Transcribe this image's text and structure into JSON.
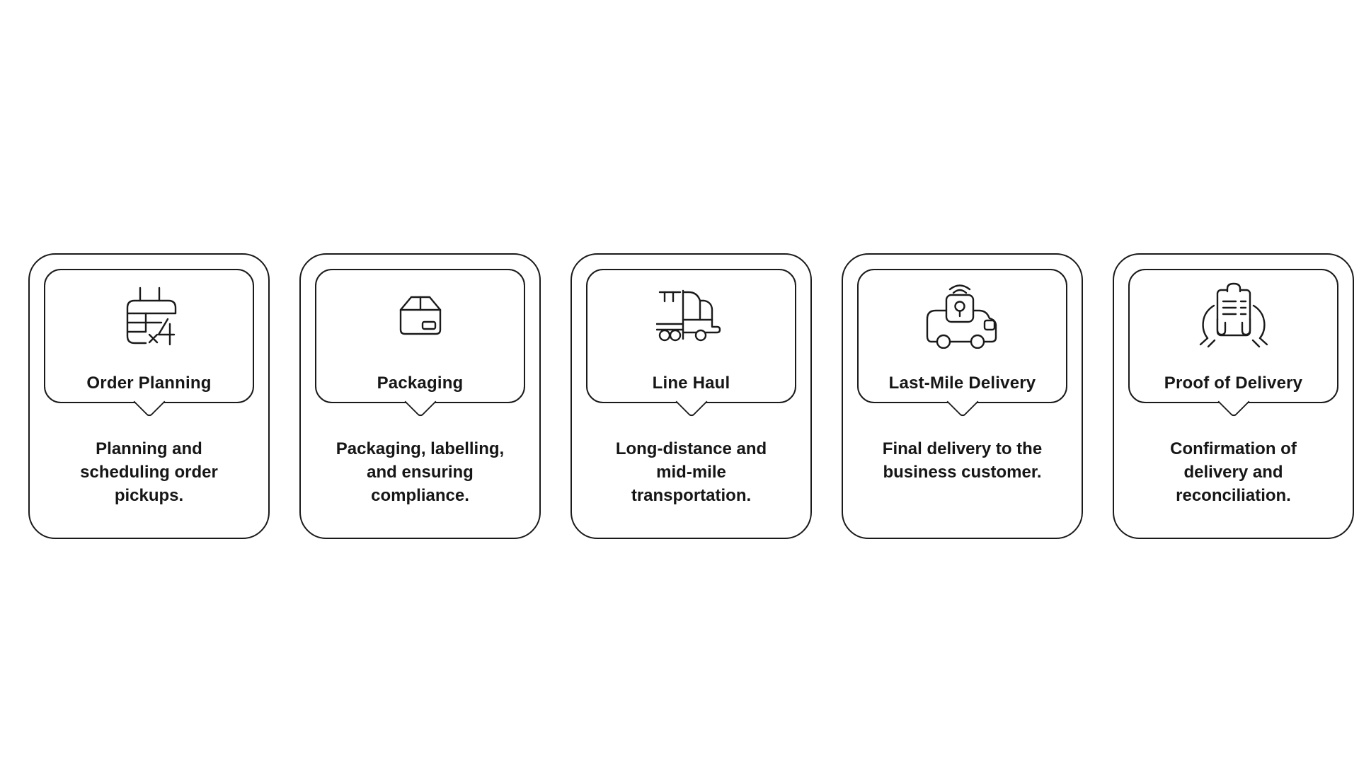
{
  "page": {
    "background_color": "#ffffff",
    "line_color": "#1a1a1a",
    "text_color": "#161616"
  },
  "steps": [
    {
      "id": "order-planning",
      "icon": "calendar-x4-icon",
      "title": "Order Planning",
      "description": "Planning and\nscheduling order\npickups."
    },
    {
      "id": "packaging",
      "icon": "package-box-icon",
      "title": "Packaging",
      "description": "Packaging, labelling,\nand ensuring\ncompliance."
    },
    {
      "id": "line-haul",
      "icon": "semi-truck-icon",
      "title": "Line Haul",
      "description": "Long-distance and\nmid-mile\ntransportation."
    },
    {
      "id": "last-mile-delivery",
      "icon": "tracked-delivery-van-icon",
      "title": "Last-Mile Delivery",
      "description": "Final delivery to the\nbusiness customer."
    },
    {
      "id": "proof-of-delivery",
      "icon": "hands-holding-clipboard-icon",
      "title": "Proof of Delivery",
      "description": "Confirmation of\ndelivery and\nreconciliation."
    }
  ]
}
